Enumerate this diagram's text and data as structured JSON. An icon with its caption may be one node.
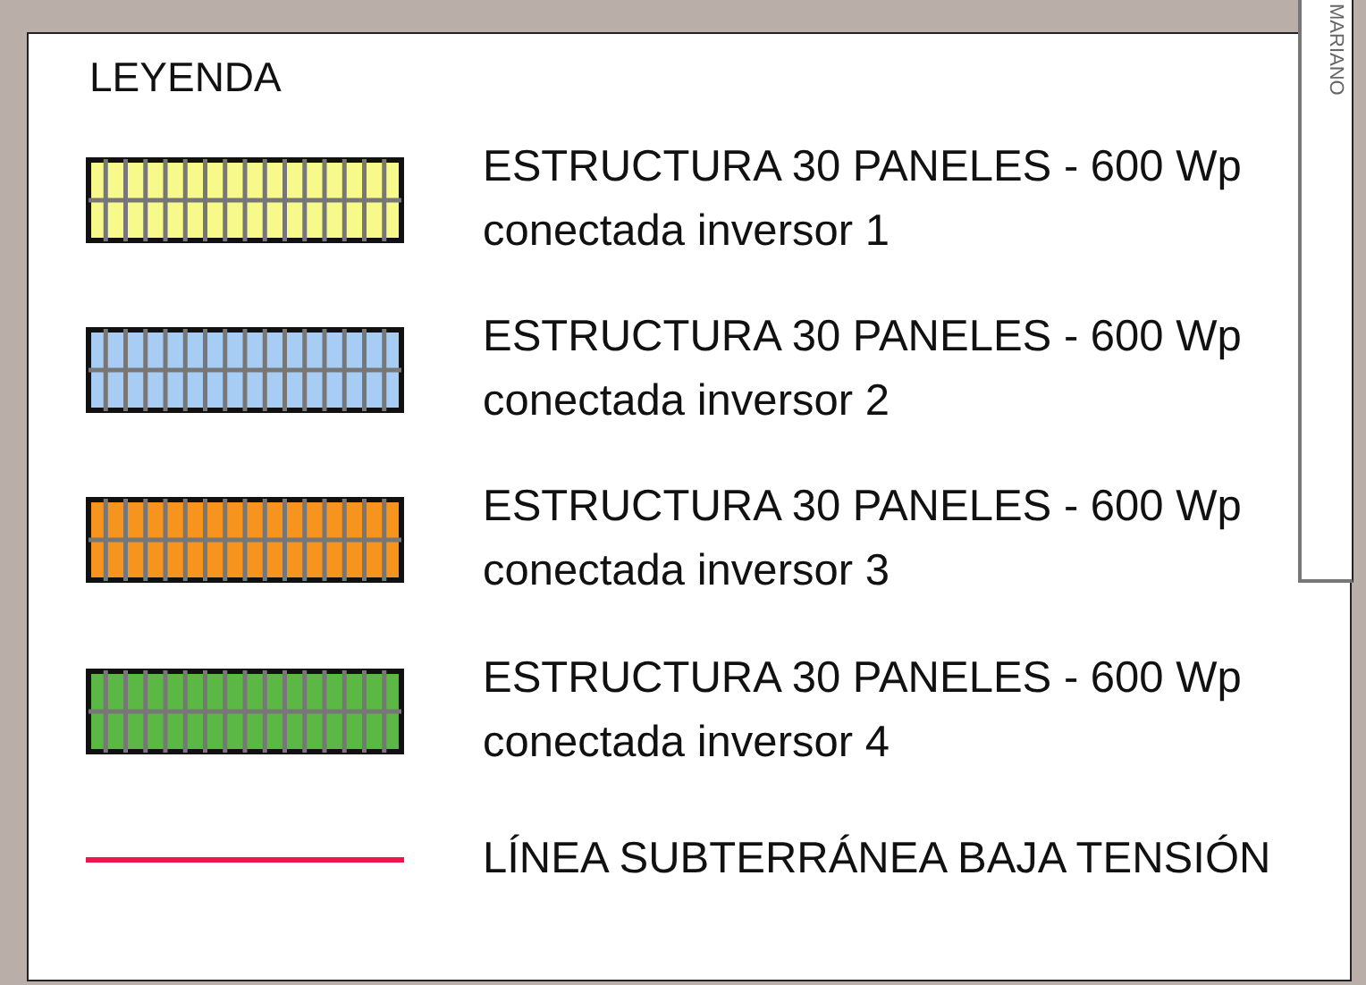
{
  "diagram": {
    "title": "LEYENDA",
    "labels": [
      "MARIANO"
    ],
    "legend": [
      {
        "text": "ESTRUCTURA 30 PANELES - 600 Wp conectada inversor 1",
        "color": "#f7f98a"
      },
      {
        "text": "ESTRUCTURA 30 PANELES - 600 Wp conectada inversor 2",
        "color": "#a8cdf5"
      },
      {
        "text": "ESTRUCTURA 30 PANELES - 600 Wp conectada inversor 3",
        "color": "#f7941d"
      },
      {
        "text": "ESTRUCTURA 30 PANELES - 600 Wp conectada inversor 4",
        "color": "#5cb844"
      },
      {
        "text": "LÍNEA SUBTERRÁNEA BAJA TENSIÓN"
      }
    ]
  }
}
